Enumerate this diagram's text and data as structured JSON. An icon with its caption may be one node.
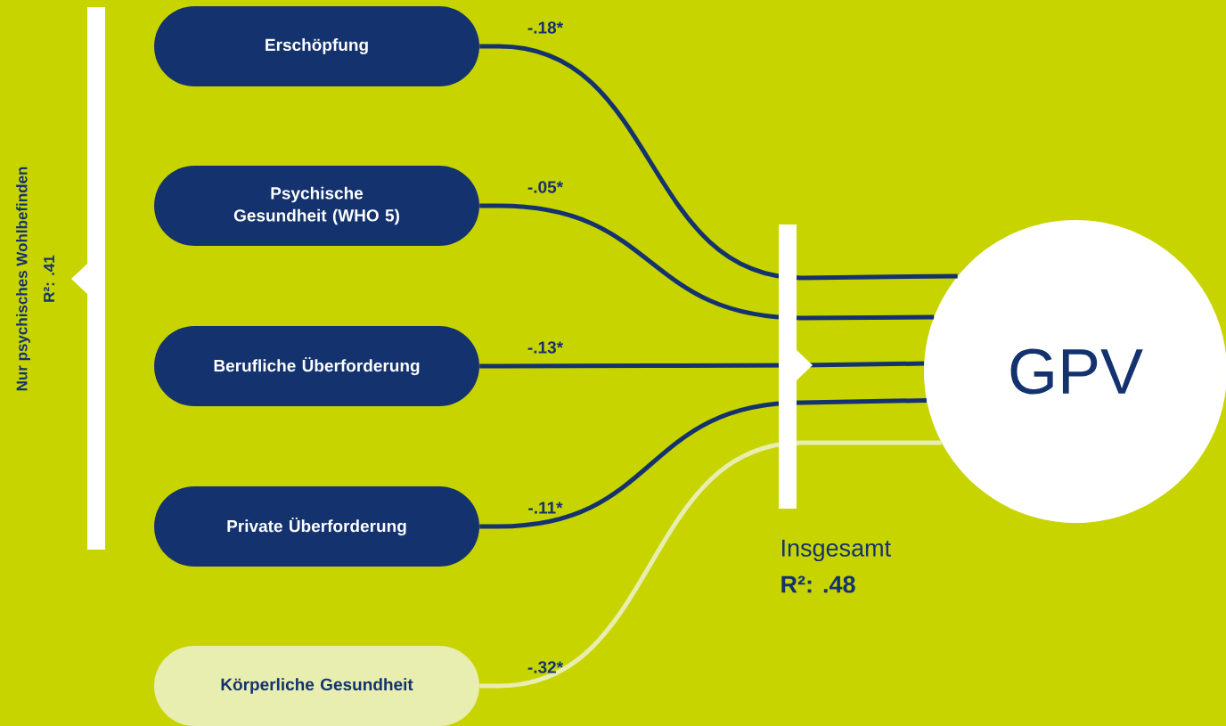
{
  "diagram": {
    "nodes": [
      {
        "text": [
          "Erschöpfung"
        ]
      },
      {
        "text": [
          "Psychische Gesundheit (WHO 5)"
        ]
      },
      {
        "text": [
          "Berufliche Überforderung"
        ]
      },
      {
        "text": [
          "Private Überforderung"
        ]
      },
      {
        "text": [
          "Körperliche Gesundheit"
        ]
      },
      {
        "text": [
          "GPV"
        ]
      }
    ],
    "edges": [
      {
        "from": 0,
        "to": 5,
        "arrow": "none",
        "label": "-.18*"
      },
      {
        "from": 1,
        "to": 5,
        "arrow": "none",
        "label": "-.05*"
      },
      {
        "from": 2,
        "to": 5,
        "arrow": "none",
        "label": "-.13*"
      },
      {
        "from": 3,
        "to": 5,
        "arrow": "none",
        "label": "-.11*"
      },
      {
        "from": 4,
        "to": 5,
        "arrow": "none",
        "label": "-.32*",
        "color": "#e8edb0"
      }
    ],
    "labels": [
      "Nur psychisches Wohlbefinden",
      "R²: .41",
      "Insgesamt",
      "R²: .48"
    ]
  }
}
